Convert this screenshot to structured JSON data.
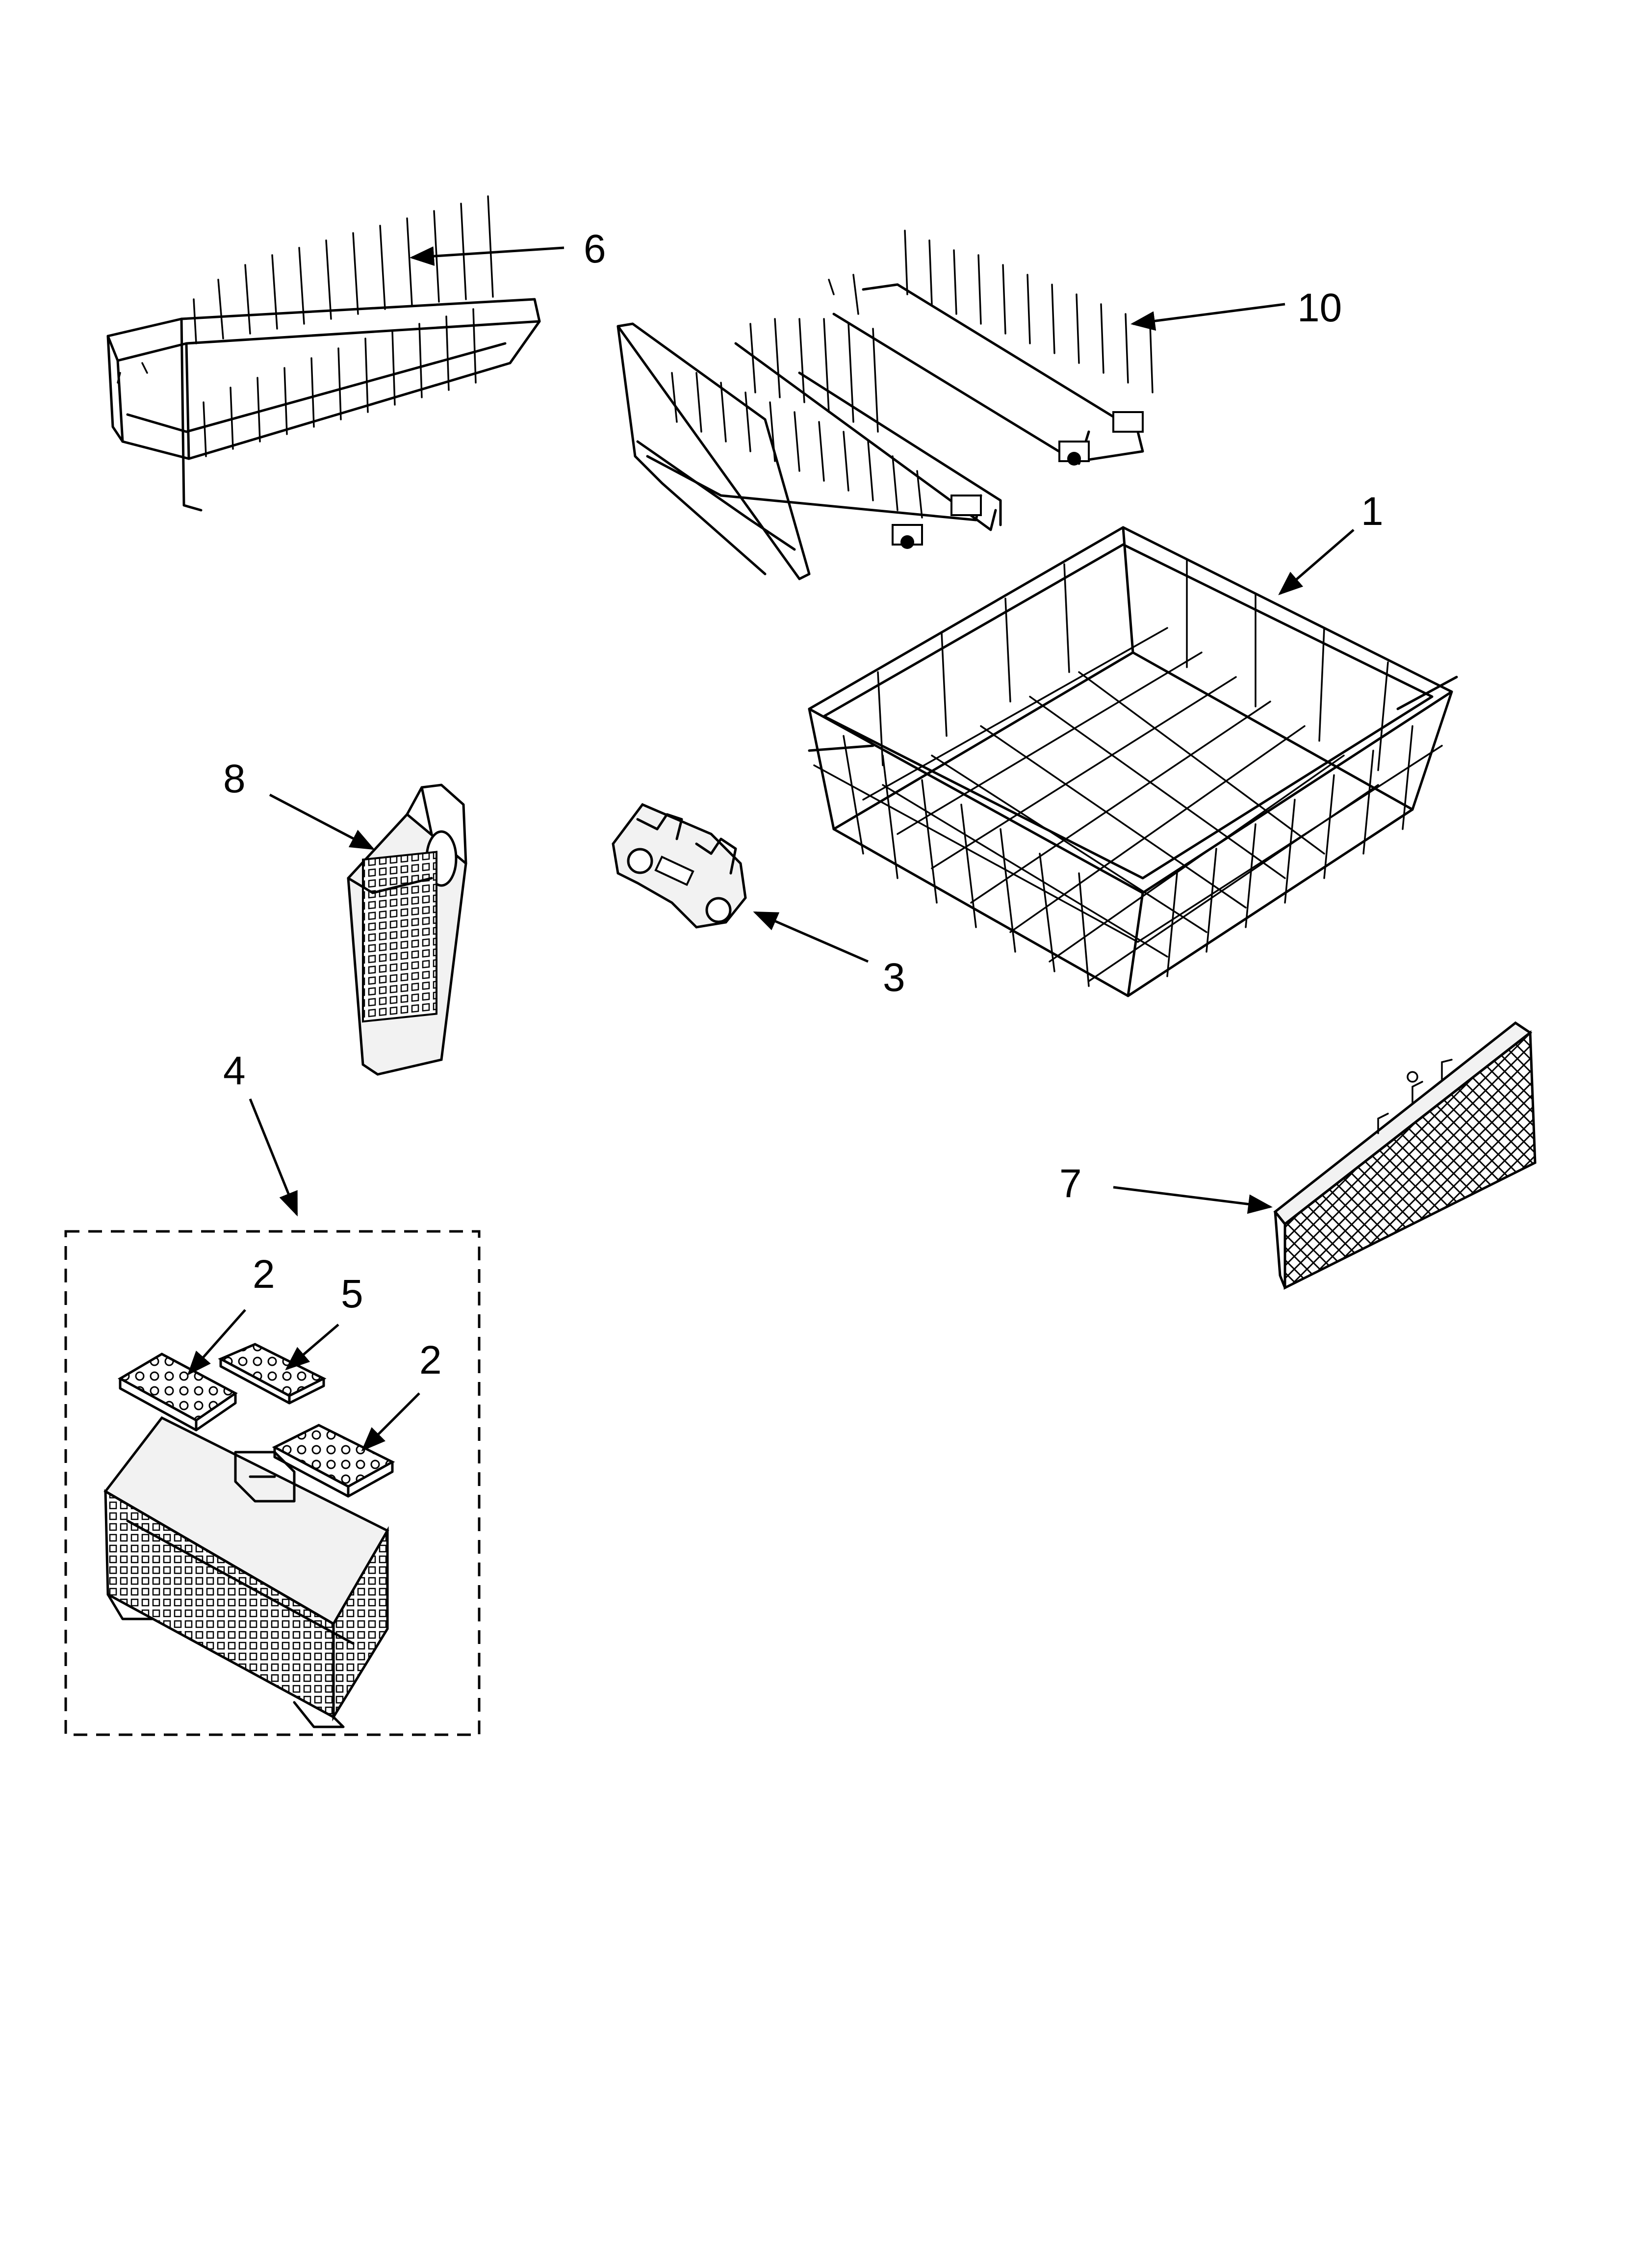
{
  "callouts": {
    "c1": "1",
    "c2a": "2",
    "c2b": "2",
    "c3": "3",
    "c4": "4",
    "c5": "5",
    "c6": "6",
    "c7": "7",
    "c8": "8",
    "c10": "10"
  }
}
